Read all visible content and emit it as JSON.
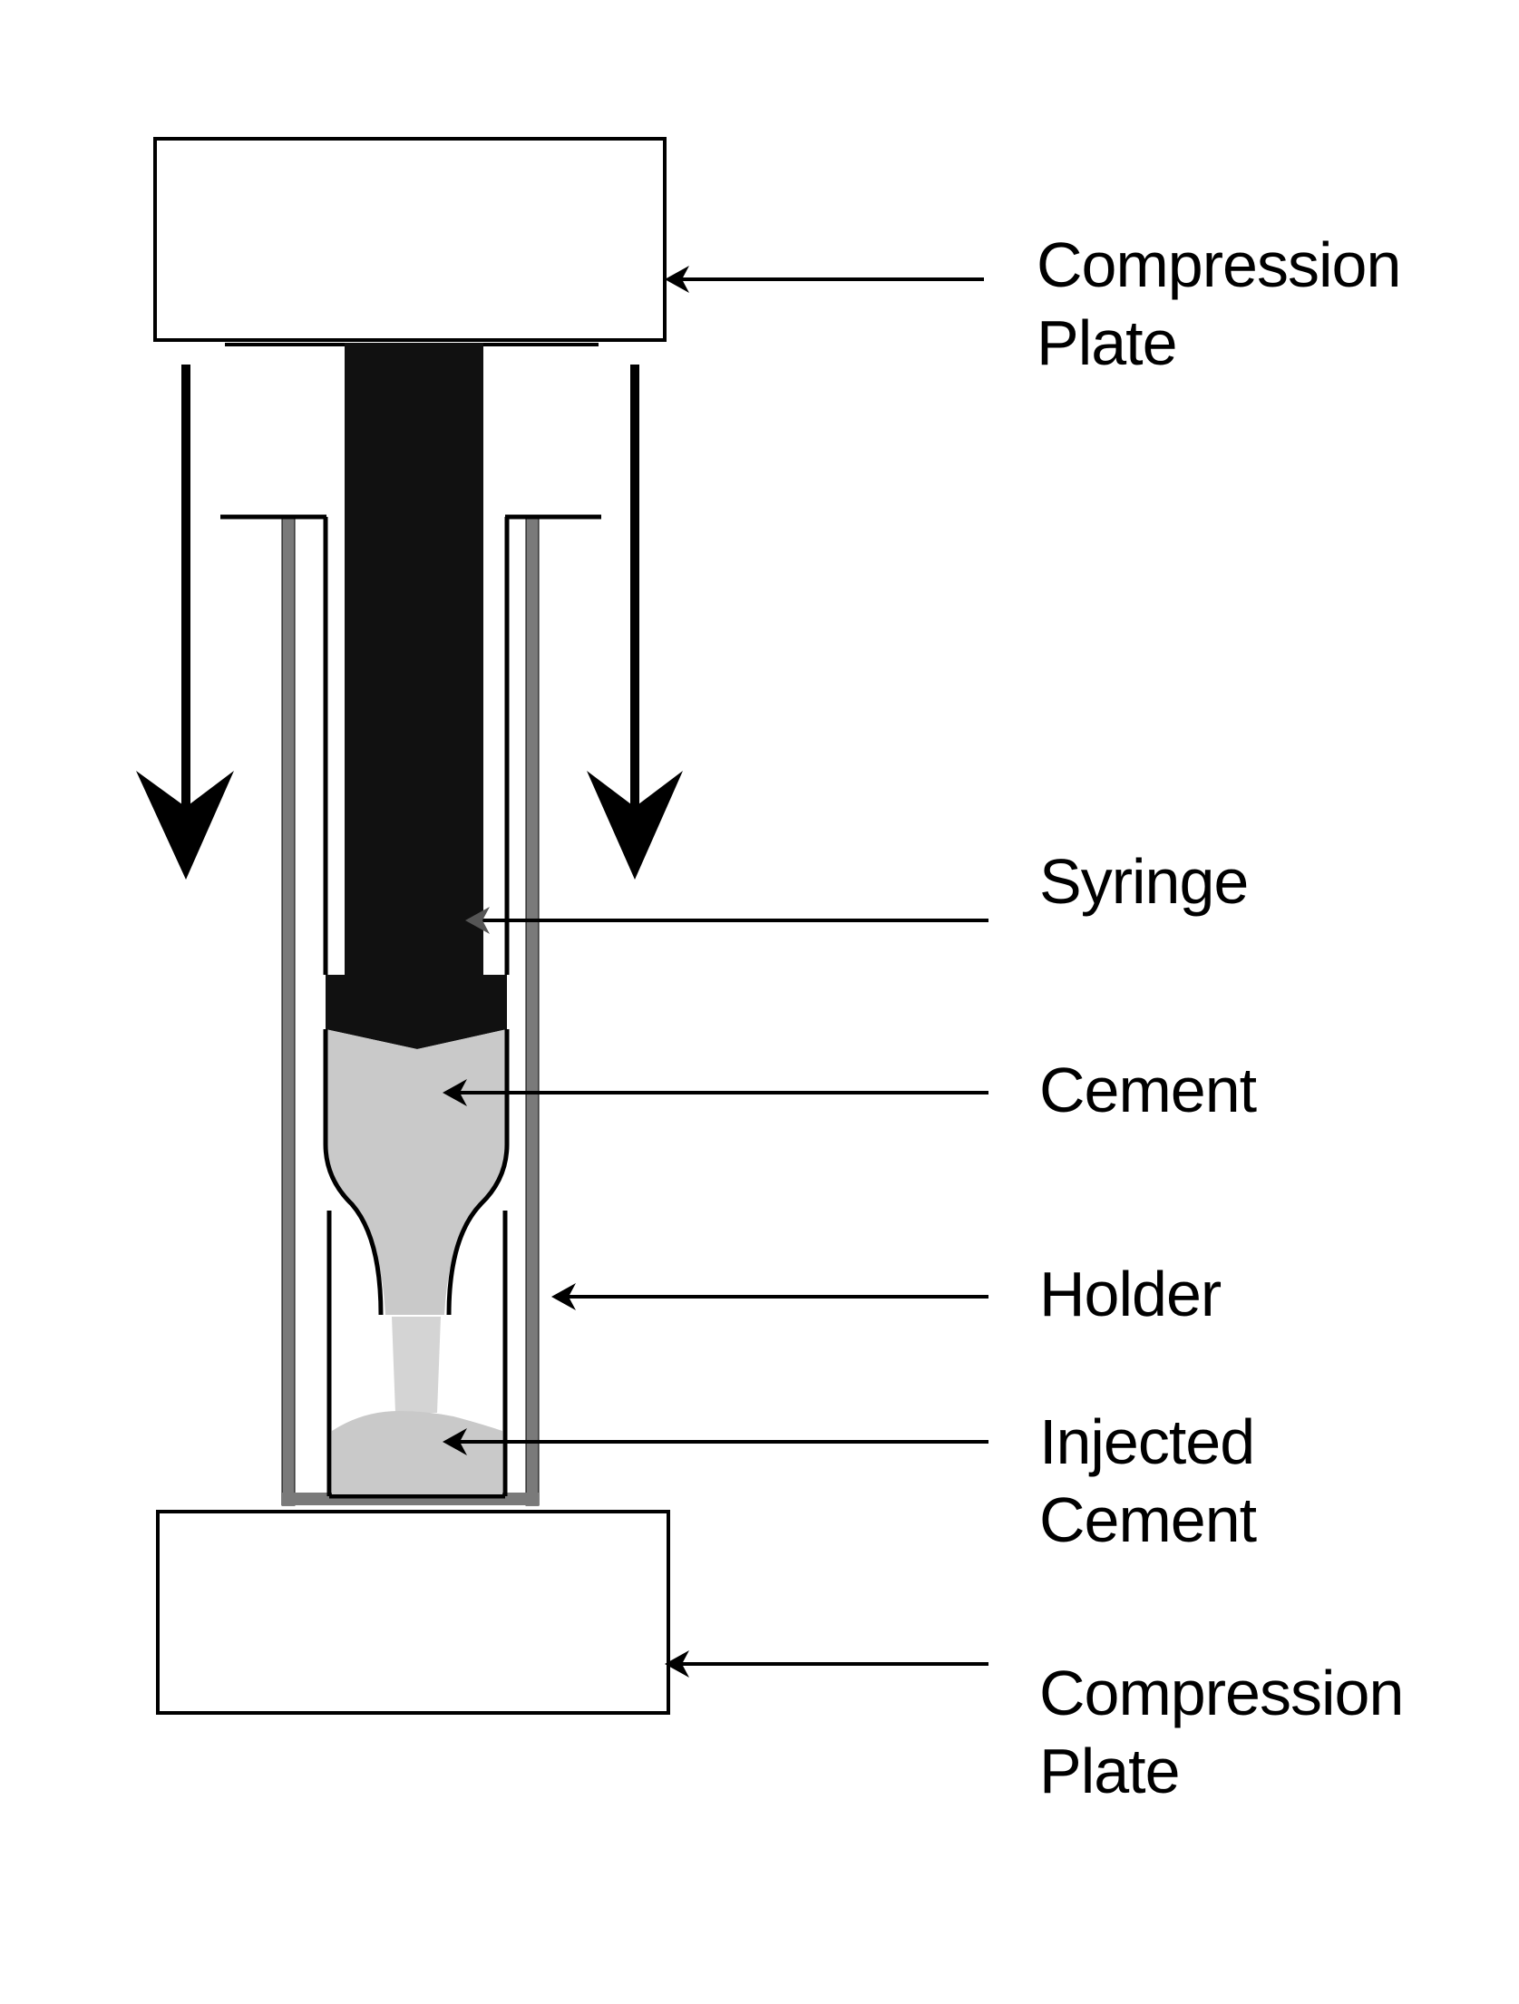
{
  "labels": {
    "compression_plate_top": [
      "Compression",
      "Plate"
    ],
    "syringe": "Syringe",
    "cement": "Cement",
    "holder": "Holder",
    "injected_cement": [
      "Injected",
      "Cement"
    ],
    "compression_plate_bottom": [
      "Compression",
      "Plate"
    ]
  },
  "colors": {
    "outline": "#000000",
    "holder_wall": "#7a7a7a",
    "syringe_body": "#111111",
    "cement_fill": "#c9c9c9",
    "background": "#ffffff"
  }
}
